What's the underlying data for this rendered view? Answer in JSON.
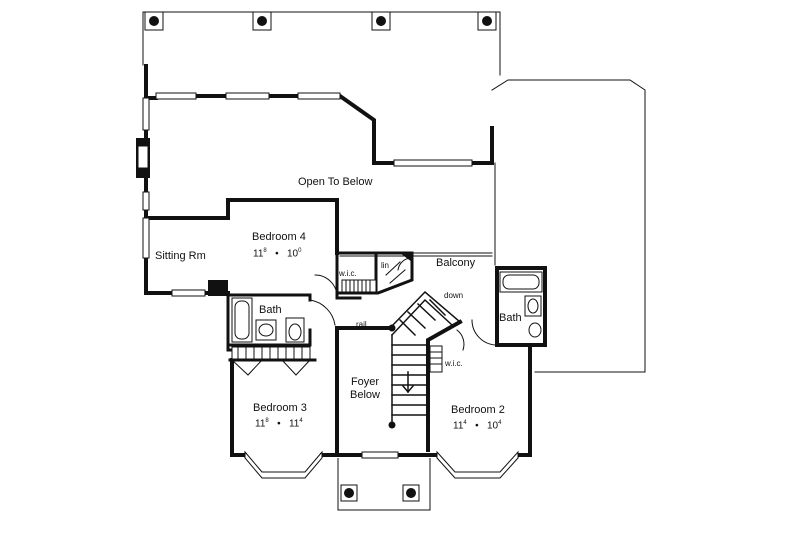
{
  "rooms": {
    "open_to_below": "Open To Below",
    "bedroom4": {
      "name": "Bedroom 4",
      "w": "11",
      "w_in": "8",
      "d": "10",
      "d_in": "0"
    },
    "sitting": "Sitting Rm",
    "wic_top": "w.i.c.",
    "lin": "lin",
    "balcony": "Balcony",
    "down": "down",
    "bath_left": "Bath",
    "rail": "rail",
    "bath_right": "Bath",
    "wic_right": "w.i.c.",
    "foyer_line1": "Foyer",
    "foyer_line2": "Below",
    "bedroom3": {
      "name": "Bedroom 3",
      "w": "11",
      "w_in": "8",
      "d": "11",
      "d_in": "4"
    },
    "bedroom2": {
      "name": "Bedroom 2",
      "w": "11",
      "w_in": "4",
      "d": "10",
      "d_in": "4"
    },
    "dot": "•"
  }
}
